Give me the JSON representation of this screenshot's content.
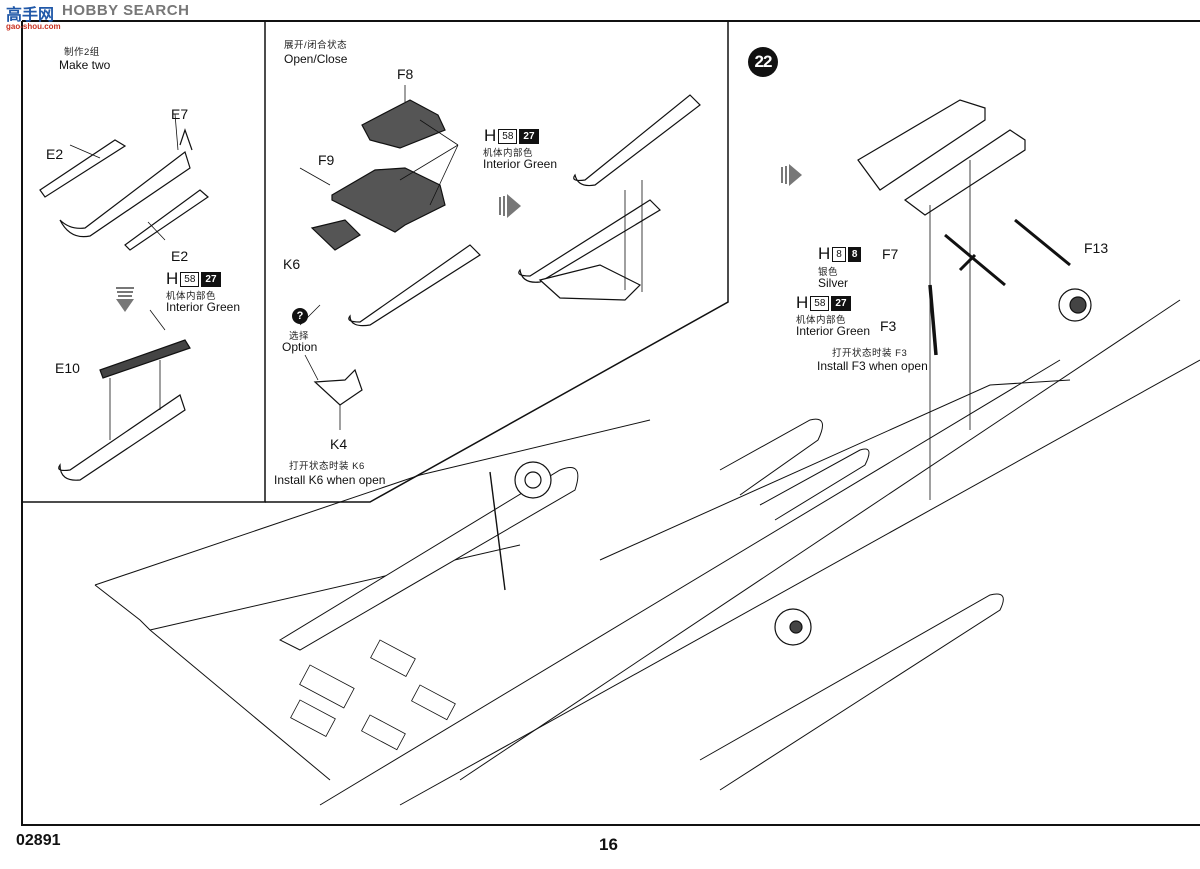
{
  "watermark": {
    "brand_cn": "高手网",
    "brand_en": "HOBBY SEARCH",
    "url": "gao-shou.com"
  },
  "panel_make_two": {
    "title_cn": "制作2组",
    "title_en": "Make two",
    "parts": [
      "E2",
      "E7",
      "E2",
      "E10"
    ],
    "paint": {
      "brand": "H",
      "code_a": "58",
      "code_b": "27",
      "name_cn": "机体内部色",
      "name_en": "Interior Green"
    }
  },
  "panel_open_close": {
    "title_cn": "展开/闭合状态",
    "title_en": "Open/Close",
    "parts": [
      "F8",
      "F9",
      "K6",
      "K4"
    ],
    "paint_left": {
      "brand": "H",
      "code_a": "58",
      "code_b": "27",
      "name_cn": "机体内部色",
      "name_en": "Interior Green"
    },
    "option_icon": "?",
    "option_cn": "选择",
    "option_en": "Option",
    "note_cn": "打开状态时装 K6",
    "note_en": "Install K6 when open"
  },
  "step22": {
    "number": "22",
    "parts": [
      "F7",
      "F13",
      "F3"
    ],
    "paint_silver": {
      "brand": "H",
      "code_a": "8",
      "code_b": "8",
      "name_cn": "银色",
      "name_en": "Silver"
    },
    "paint_green": {
      "brand": "H",
      "code_a": "58",
      "code_b": "27",
      "name_cn": "机体内部色",
      "name_en": "Interior Green"
    },
    "note_cn": "打开状态时装 F3",
    "note_en": "Install F3 when open"
  },
  "footer": {
    "product_code": "02891",
    "page_number": "16"
  }
}
